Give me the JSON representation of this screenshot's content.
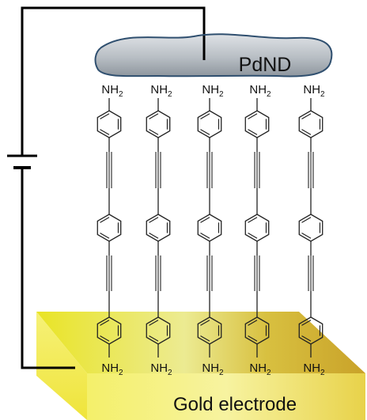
{
  "labels": {
    "top_contact": "PdND",
    "bottom_contact": "Gold electrode",
    "amine_group": "NH",
    "amine_subscript": "2"
  },
  "molecule_count": 5,
  "colors": {
    "pdnd_fill": "#b9bfc5",
    "pdnd_stroke": "#2f4f6f",
    "gold_light": "#f6f39a",
    "gold_mid": "#e4df1a",
    "gold_dark": "#c4a92c",
    "wire": "#000000",
    "molecule": "#222222"
  }
}
